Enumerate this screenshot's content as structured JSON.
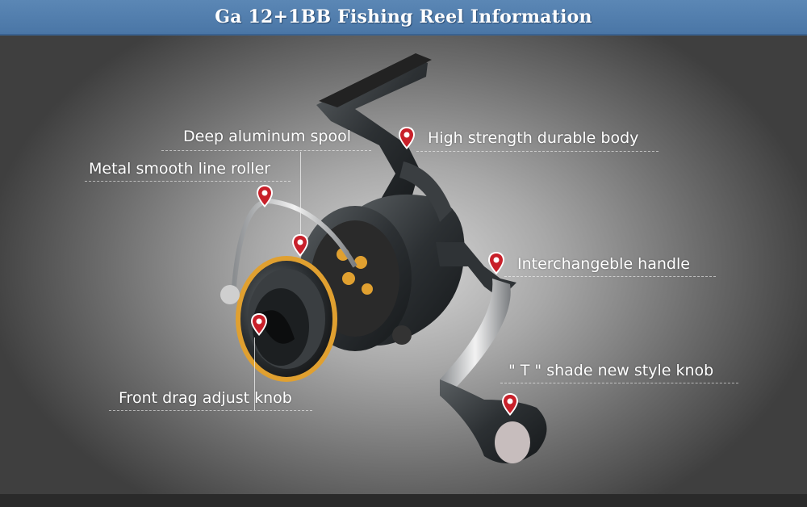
{
  "header": {
    "title": "Ga 12+1BB Fishing Reel Information"
  },
  "features": {
    "spool": "Deep aluminum spool",
    "body": "High strength durable body",
    "roller": "Metal smooth line roller",
    "handle": "Interchangeble handle",
    "knob": "\" T \"  shade new style knob",
    "drag": "Front drag adjust knob"
  },
  "colors": {
    "header": "#4f7eae",
    "pin": "#c8202a",
    "accent_gold": "#e0a030"
  },
  "icons": {
    "pin": "map-pin-icon"
  }
}
